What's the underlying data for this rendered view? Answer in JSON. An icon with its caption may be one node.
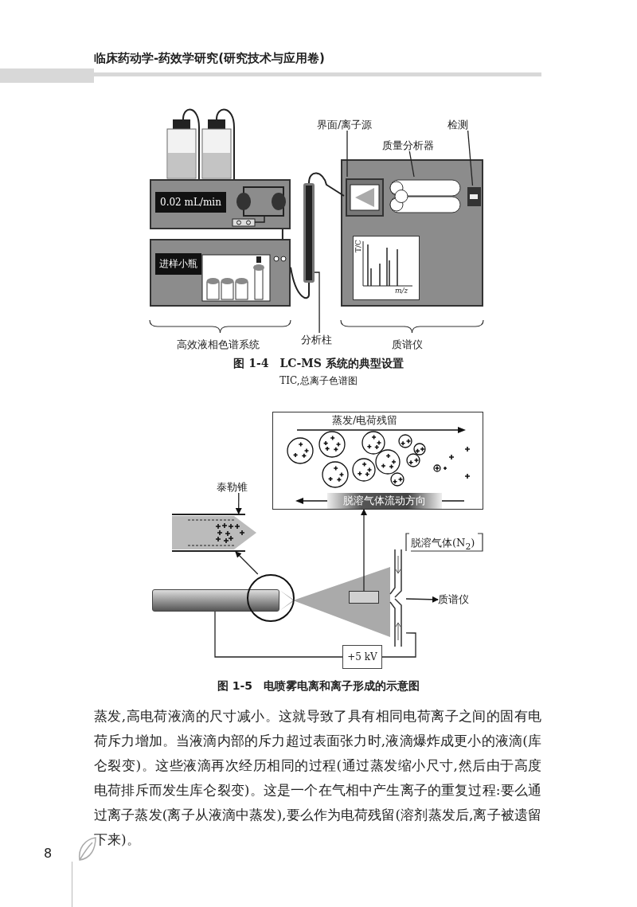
{
  "diagram": {
    "nodes": [
      {
        "text": [],
        "shape": "cylinder"
      },
      {
        "text": [],
        "shape": "cylinder"
      },
      {
        "text": [
          "界面/离子源"
        ]
      },
      {
        "text": [
          "检测"
        ]
      },
      {
        "text": [
          "质量分析器"
        ]
      },
      {
        "text": [],
        "shape": "box"
      },
      {
        "text": [],
        "shape": "box",
        "in": 5
      },
      {
        "text": [],
        "shape": "cylinder",
        "in": 5
      },
      {
        "text": [],
        "shape": "box",
        "in": 5
      },
      {
        "text": [
          "0.02 mL/min"
        ]
      },
      {
        "text": [
          "进样小瓶"
        ]
      },
      {
        "text": [],
        "shape": "bar"
      },
      {
        "text": [
          "分析柱"
        ]
      },
      {
        "text": [
          "蒸发/电荷残留",
          "脱溶气体流动方向"
        ]
      },
      {
        "text": [
          "泰勒锥"
        ]
      },
      {
        "text": [],
        "shape": "picture"
      },
      {
        "text": [],
        "shape": "bar"
      },
      {
        "text": [],
        "shape": "circle"
      },
      {
        "text": [],
        "shape": "box"
      },
      {
        "text": [],
        "shape": "picture"
      },
      {
        "text": [
          "质谱仪"
        ]
      },
      {
        "text": [
          "+5 kV"
        ]
      }
    ],
    "edges": [
      {
        "from": 0,
        "to": 9,
        "arrow": "none"
      },
      {
        "from": 1,
        "to": 9,
        "arrow": "none"
      },
      {
        "from": 2,
        "to": 6,
        "arrow": "none"
      },
      {
        "from": 3,
        "to": 8,
        "arrow": "none"
      },
      {
        "from": 4,
        "to": 7,
        "arrow": "none"
      },
      {
        "from": 9,
        "to": 10,
        "arrow": "none"
      },
      {
        "from": 10,
        "to": 11,
        "arrow": "none"
      },
      {
        "from": 11,
        "to": 6,
        "arrow": "none"
      },
      {
        "from": 12,
        "to": 11,
        "arrow": "none"
      },
      {
        "from": 14,
        "to": 15,
        "arrow": "to"
      },
      {
        "from": 17,
        "to": 15,
        "arrow": "to"
      },
      {
        "from": 18,
        "to": 13,
        "arrow": "to"
      },
      {
        "from": 19,
        "to": 20,
        "arrow": "to"
      },
      {
        "from": 16,
        "to": 21,
        "arrow": "none"
      },
      {
        "from": 21,
        "to": 19,
        "arrow": "none"
      }
    ],
    "labels": [
      "临床药动学-药效学研究(研究技术与应用卷)",
      "高效液相色谱系统",
      "质谱仪",
      "T/C",
      "m/z",
      "图 1-4　LC-MS 系统的典型设置",
      "TIC,总离子色谱图",
      "脱溶气体(N$_{2}$)",
      "图 1-5　电喷雾电离和离子形成的示意图",
      "蒸发,高电荷液滴的尺寸减小。这就导致了具有相同电荷离子之间的固有电荷斥力增加。当液滴内部的斥力超过表面张力时,液滴爆炸成更小的液滴(库仑裂变)。这些液滴再次经历相同的过程(通过蒸发缩小尺寸,然后由于高度电荷排斥而发生库仑裂变)。这是一个在气相中产生离子的重复过程:要么通过离子蒸发(离子从液滴中蒸发),要么作为电荷残留(溶剂蒸发后,离子被遗留下来)。",
      "8"
    ]
  }
}
